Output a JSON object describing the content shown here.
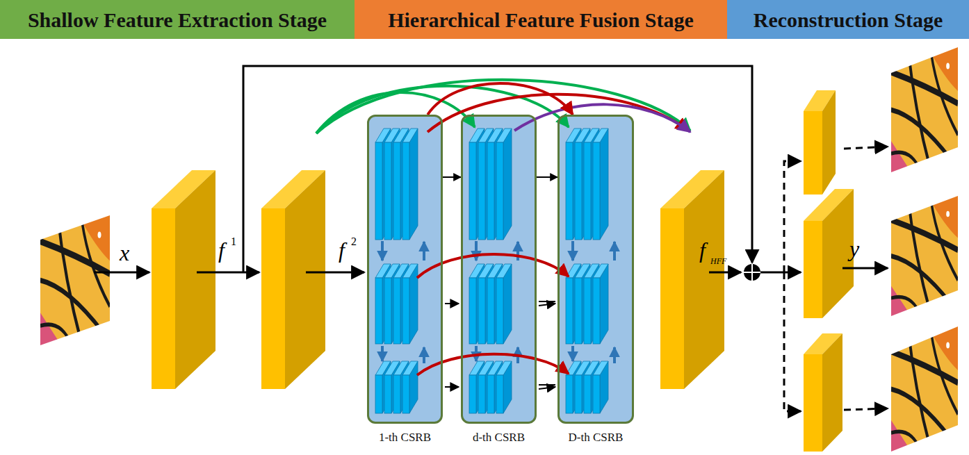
{
  "diagram": {
    "nodes": [
      {
        "text": [
          "Shallow Feature Extraction Stage"
        ]
      },
      {
        "text": [
          "Hierarchical Feature Fusion Stage"
        ]
      },
      {
        "text": [
          "Reconstruction Stage"
        ]
      },
      {
        "text": [
          "1-th CSRB"
        ]
      },
      {
        "text": [
          "d-th CSRB"
        ]
      },
      {
        "text": [
          "D-th CSRB"
        ]
      }
    ],
    "edges": [
      {
        "from": 3,
        "to": 4,
        "arrow": "to"
      },
      {
        "from": 4,
        "to": 5,
        "arrow": "to"
      },
      {
        "from": 3,
        "to": 5,
        "arrow": "to"
      }
    ],
    "labels": [
      "x",
      "f",
      "1",
      "f",
      "2",
      "f",
      "HFF",
      "y"
    ]
  }
}
